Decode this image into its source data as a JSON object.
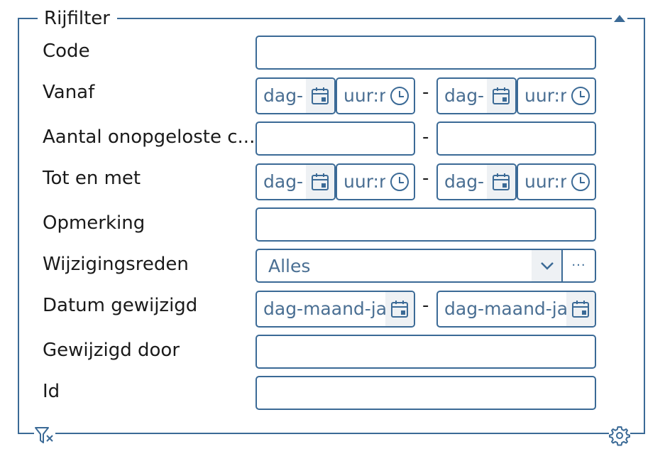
{
  "filter": {
    "title": "Rijfilter",
    "rows": [
      {
        "label": "Code"
      },
      {
        "label": "Vanaf",
        "date_placeholder": "dag-",
        "time_placeholder": "uur:r",
        "separator": "-"
      },
      {
        "label": "Aantal onopgeloste c...",
        "separator": "-"
      },
      {
        "label": "Tot en met",
        "date_placeholder": "dag-",
        "time_placeholder": "uur:r",
        "separator": "-"
      },
      {
        "label": "Opmerking"
      },
      {
        "label": "Wijzigingsreden",
        "selected_value": "Alles",
        "more_label": "···"
      },
      {
        "label": "Datum gewijzigd",
        "date_placeholder": "dag-maand-ja",
        "separator": "-"
      },
      {
        "label": "Gewijzigd door"
      },
      {
        "label": "Id"
      }
    ]
  },
  "icons": {
    "collapse": "triangle-up-icon",
    "calendar": "calendar-icon",
    "clock": "clock-icon",
    "chevron": "chevron-down-icon",
    "clear_filter": "filter-clear-icon",
    "settings": "gear-icon"
  },
  "colors": {
    "accent": "#3b6a96",
    "placeholder": "#4a6f93",
    "icon_bg": "#eef1f4"
  }
}
